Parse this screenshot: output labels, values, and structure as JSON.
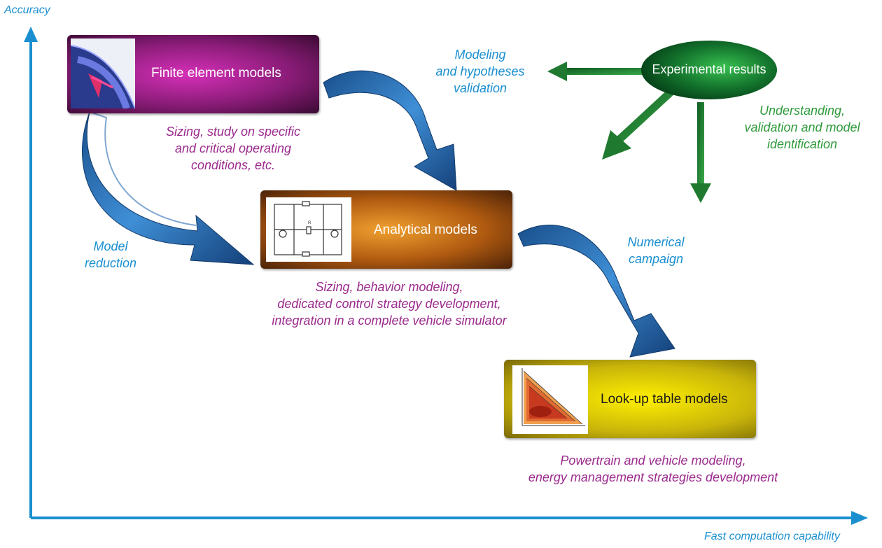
{
  "axes": {
    "y_label": "Accuracy",
    "x_label": "Fast computation capability"
  },
  "boxes": {
    "fem": {
      "title": "Finite element models",
      "caption": [
        "Sizing, study on specific",
        "and critical operating",
        "conditions, etc."
      ]
    },
    "analytical": {
      "title": "Analytical models",
      "caption": [
        "Sizing, behavior modeling,",
        "dedicated control strategy development,",
        "integration in a complete vehicle simulator"
      ]
    },
    "lookup": {
      "title": "Look-up table models",
      "caption": [
        "Powertrain and vehicle modeling,",
        "energy management strategies development"
      ]
    }
  },
  "experimental": {
    "title": "Experimental results",
    "caption": [
      "Understanding,",
      "validation and model",
      "identification"
    ]
  },
  "flows": {
    "modeling_validation": [
      "Modeling",
      "and hypotheses",
      "validation"
    ],
    "model_reduction": [
      "Model",
      "reduction"
    ],
    "numerical_campaign": [
      "Numerical",
      "campaign"
    ]
  },
  "colors": {
    "axis": "#1a8fd0",
    "fem_box": "#c02aa8",
    "analytical_box": "#d9781a",
    "lookup_box": "#e8d10f",
    "experimental_ellipse": "#1a8a3a",
    "flow_arrow": "#1e5fa0",
    "green_arrow": "#2e8a3a",
    "caption_purple": "#9b2a8d"
  }
}
